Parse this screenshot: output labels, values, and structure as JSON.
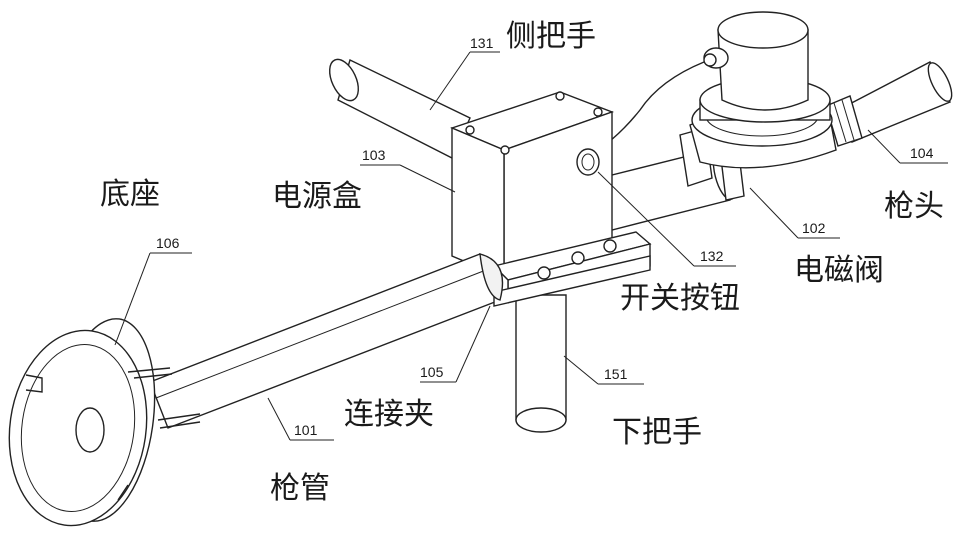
{
  "labels": {
    "side_handle": "侧把手",
    "power_box": "电源盒",
    "base": "底座",
    "gun_head": "枪头",
    "solenoid_valve": "电磁阀",
    "switch_button": "开关按钮",
    "clip": "连接夹",
    "lower_handle": "下把手",
    "gun_tube": "枪管"
  },
  "numbers": {
    "n131": "131",
    "n103": "103",
    "n106": "106",
    "n104": "104",
    "n102": "102",
    "n132": "132",
    "n105": "105",
    "n151": "151",
    "n101": "101"
  }
}
